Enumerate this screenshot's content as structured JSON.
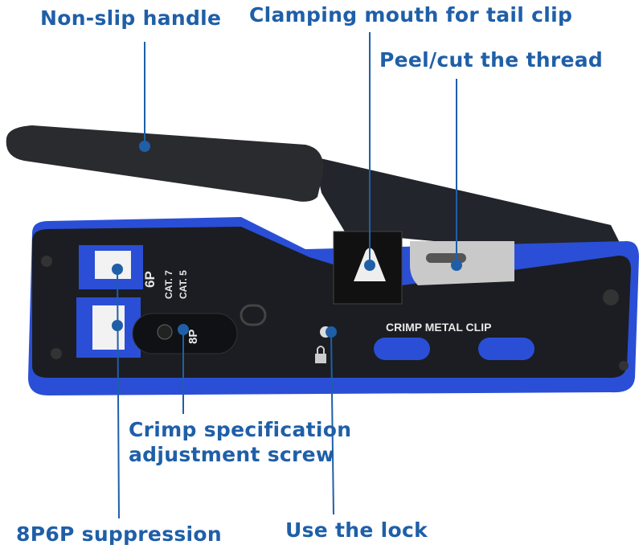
{
  "callouts": {
    "handle": "Non-slip handle",
    "clamping": "Clamping mouth for tail clip",
    "peel": "Peel/cut the thread",
    "crimp_spec_line1": "Crimp specification",
    "crimp_spec_line2": "adjustment screw",
    "suppression": "8P6P suppression",
    "lock": "Use the lock"
  },
  "tool_markings": {
    "six_p": "6P",
    "cat7": "CAT. 7",
    "cat5": "CAT. 5",
    "eight_p": "8P",
    "crimp_metal_clip": "CRIMP METAL CLIP"
  },
  "colors": {
    "accent": "#1f5fa8",
    "tool_blue": "#2a4fd6",
    "tool_body": "#1b1d22"
  }
}
